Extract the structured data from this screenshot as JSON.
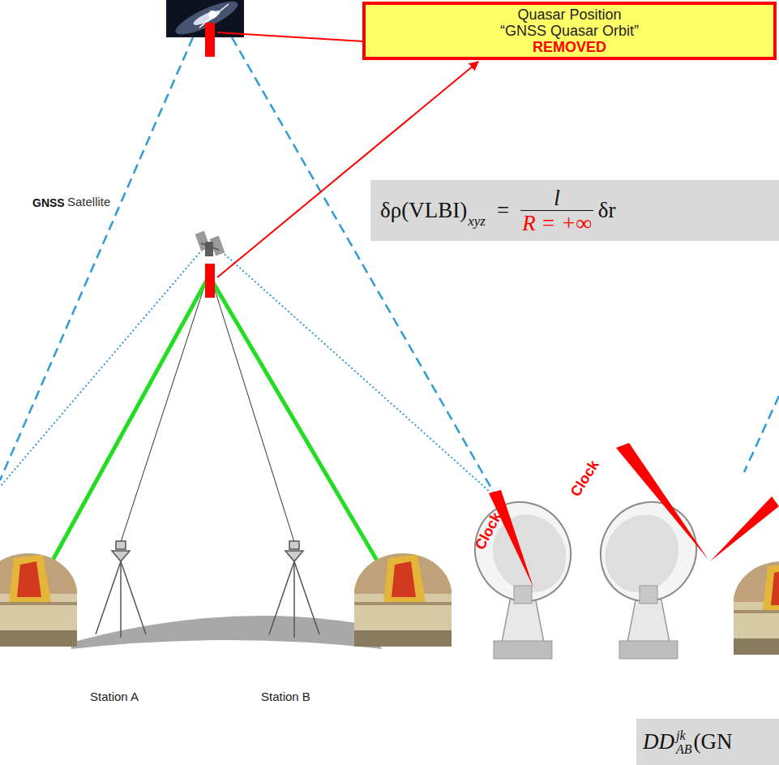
{
  "diagram": {
    "nodes": [
      {
        "text": [
          "Quasar Position",
          "“GNSS Quasar Orbit”",
          "REMOVED"
        ]
      },
      {
        "text": [
          "δρ(VLBI)",
          "xyz",
          "=",
          "l",
          "R = +∞",
          "δr"
        ]
      },
      {
        "text": [
          "DD",
          "jk",
          "AB",
          "(GN"
        ]
      }
    ],
    "labels": [
      "GNSS",
      "Satellite",
      "Clock",
      "Clock",
      "Station A",
      "Station B"
    ]
  }
}
